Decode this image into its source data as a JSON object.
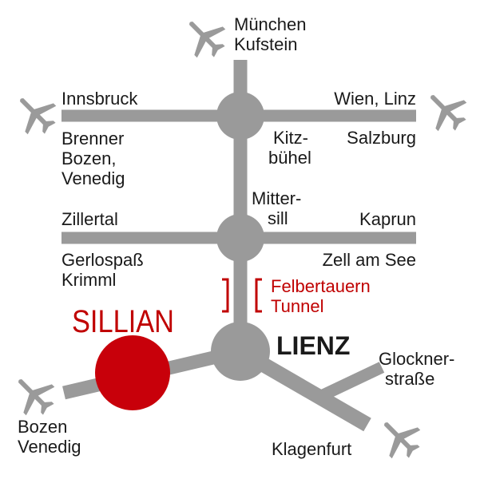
{
  "colors": {
    "road": "#9a9a9a",
    "node": "#9a9a9a",
    "highlight": "#c8000a",
    "text": "#1a1a1a",
    "tunnel_text": "#c00000",
    "plane": "#9a9a9a"
  },
  "icons": [
    "airplane-icon"
  ],
  "labels": {
    "muenchen": "München",
    "kufstein": "Kufstein",
    "innsbruck": "Innsbruck",
    "wien_linz": "Wien, Linz",
    "brenner": "Brenner",
    "bozen_comma": "Bozen,",
    "venedig_1": "Venedig",
    "kitz": "Kitz-",
    "buehel": "bühel",
    "salzburg": "Salzburg",
    "mitter": "Mitter-",
    "sill": "sill",
    "zillertal": "Zillertal",
    "kaprun": "Kaprun",
    "gerlospass": "Gerlospaß",
    "krimml": "Krimml",
    "zell_am_see": "Zell am See",
    "felbertauern": "Felbertauern",
    "tunnel": "Tunnel",
    "sillian": "SILLIAN",
    "lienz": "LIENZ",
    "glockner": "Glockner-",
    "strasse": "straße",
    "bozen": "Bozen",
    "venedig_2": "Venedig",
    "klagenfurt": "Klagenfurt"
  }
}
